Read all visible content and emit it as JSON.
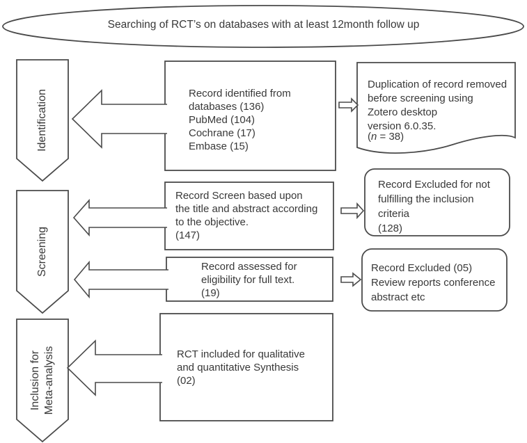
{
  "colors": {
    "background": "#ffffff",
    "outline": "#4a4a4a",
    "text": "#383838"
  },
  "title": "Searching of RCT’s on databases with at least 12month follow up",
  "stages": {
    "identification": "Identification",
    "screening": "Screening",
    "inclusion": "Inclusion for\nMeta-analysis"
  },
  "main_boxes": {
    "records_identified": "Record identified from\ndatabases (136)\nPubMed (104)\nCochrane (17)\nEmbase (15)",
    "records_screened": "Record Screen based upon\nthe title and abstract according\nto the objective.\n(147)",
    "records_assessed": "Record assessed for\neligibility for full text.\n(19)",
    "rct_included": "RCT included for qualitative\nand quantitative Synthesis\n(02)"
  },
  "side_boxes": {
    "duplication_removed": {
      "text": "Duplication of record removed\nbefore screening using\nZotero desktop\nversion 6.0.35.",
      "n_open": "(",
      "n_symbol": "n",
      "n_rest": " = 38)"
    },
    "excluded_screening": "Record Excluded for not\nfulfilling the inclusion\ncriteria\n(128)",
    "excluded_fulltext": "Record Excluded (05)\nReview reports conference\nabstract etc"
  }
}
